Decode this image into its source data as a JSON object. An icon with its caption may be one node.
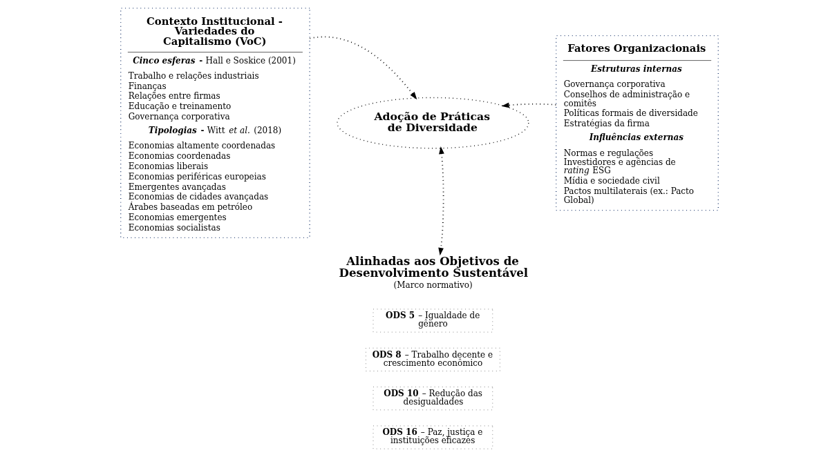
{
  "diagram": {
    "nodes": [
      {
        "text": [
          "Contexto Institucional - Variedades do Capitalismo (VoC)",
          "***Cinco esferas* -** Hall e Soskice (2001)",
          "Trabalho e relações industriais",
          "Finanças",
          "Relações entre firmas",
          "Educação e treinamento",
          "Governança corporativa",
          "***Tipologias* -** Witt *et al.* (2018)",
          "Economias altamente coordenadas",
          "Economias coordenadas",
          "Economias liberais",
          "Economias periféricas europeias",
          "Emergentes avançadas",
          "Economias de cidades avançadas",
          "Árabes baseadas em petróleo",
          "Economias emergentes",
          "Economias socialistas"
        ]
      },
      {
        "text": [
          "Adoção de Práticas de Diversidade"
        ]
      },
      {
        "text": [
          "Fatores Organizacionais",
          "Estruturas internas",
          "Governança corporativa",
          "Conselhos de administração e comitês",
          "Políticas formais de diversidade",
          "Estratégias da firma",
          "Influências externas",
          "Normas e regulações",
          "Investidores e agências de *rating* ESG",
          "Mídia e sociedade civil",
          "Pactos multilaterais (ex.: Pacto Global)"
        ]
      },
      {
        "text": [
          "Alinhadas aos Objetivos de Desenvolvimento Sustentável",
          "(Marco normativo)"
        ]
      },
      {
        "text": [
          "**ODS 5** – Igualdade de gênero"
        ]
      },
      {
        "text": [
          "**ODS 8** – Trabalho decente e crescimento econômico"
        ]
      },
      {
        "text": [
          "**ODS 10** – Redução das desigualdades"
        ]
      },
      {
        "text": [
          "**ODS 16** – Paz, justiça e instituições eficazes"
        ]
      }
    ],
    "edges": [
      {
        "from": 0,
        "to": 1,
        "arrow": "to",
        "style": "dashed"
      },
      {
        "from": 2,
        "to": 1,
        "arrow": "to",
        "style": "dashed"
      },
      {
        "from": 1,
        "to": 3,
        "arrow": "both",
        "style": "dashed"
      }
    ]
  }
}
